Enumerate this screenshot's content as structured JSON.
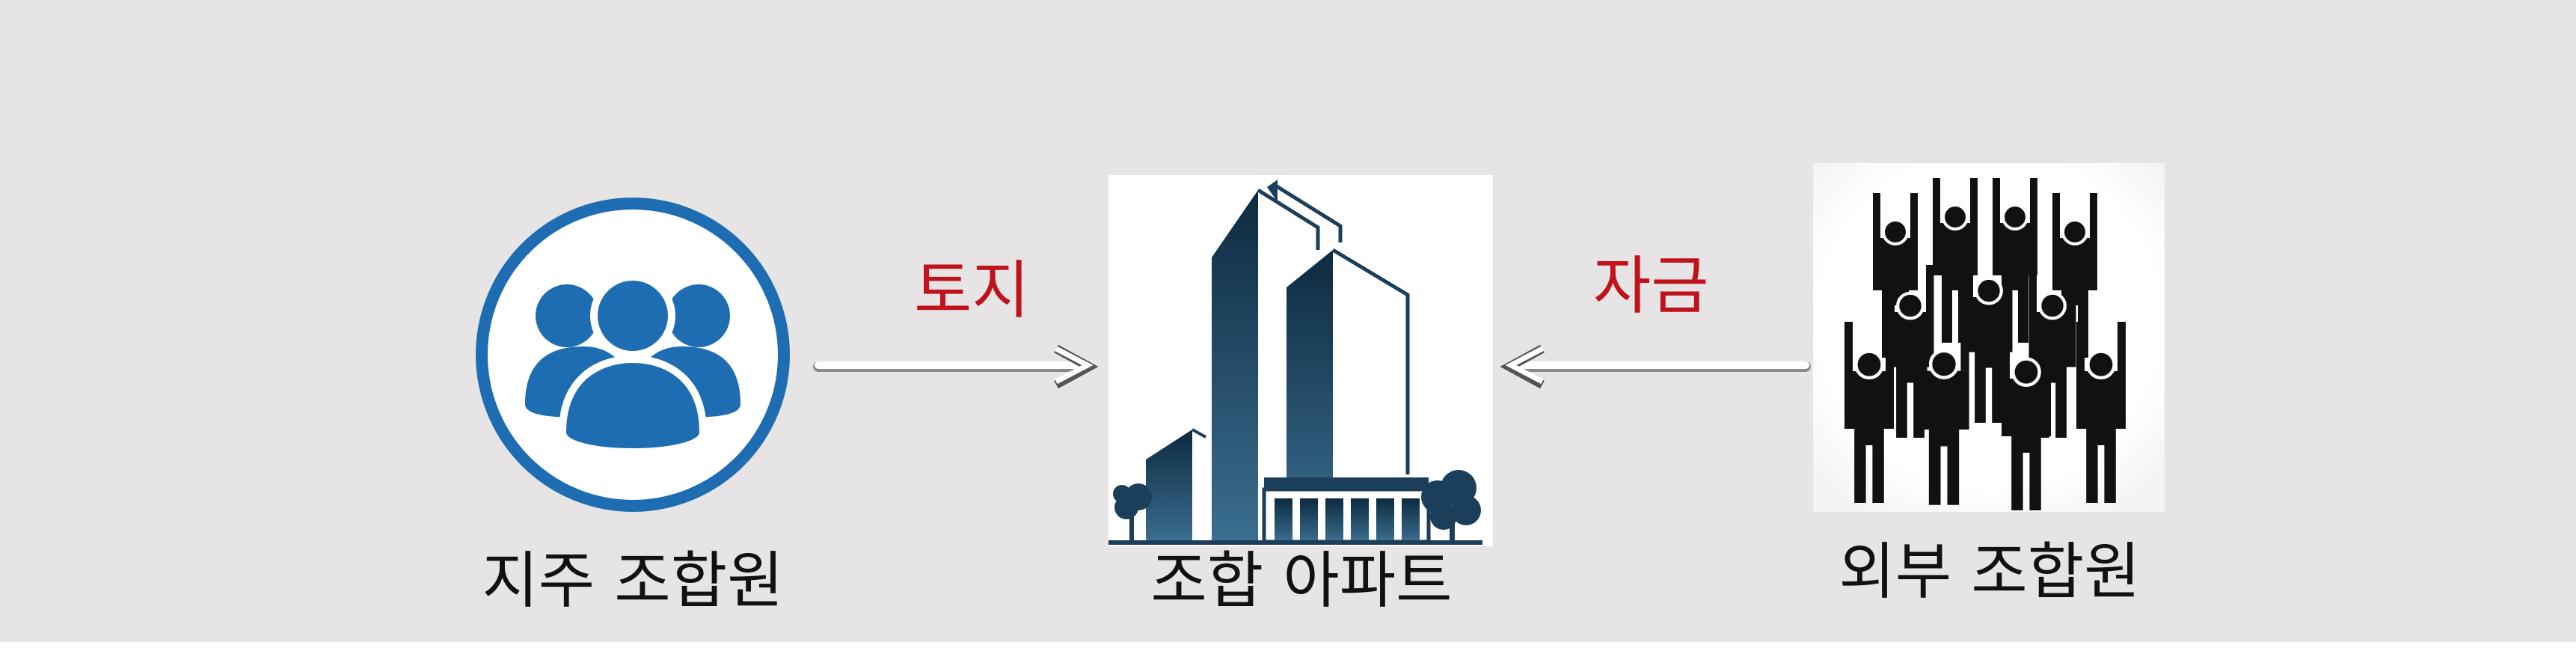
{
  "diagram": {
    "nodes": [
      {
        "id": "landowner-members",
        "label": "지주 조합원",
        "icon": "group-users-icon",
        "icon_color": "#1e6db3"
      },
      {
        "id": "union-apartment",
        "label": "조합 아파트",
        "icon": "apartment-building-icon",
        "icon_color": "#1b3f5a"
      },
      {
        "id": "external-members",
        "label": "외부 조합원",
        "icon": "crowd-raised-hands-icon",
        "icon_color": "#111111"
      }
    ],
    "edges": [
      {
        "from": "landowner-members",
        "to": "union-apartment",
        "label": "토지",
        "direction": "right"
      },
      {
        "from": "external-members",
        "to": "union-apartment",
        "label": "자금",
        "direction": "left"
      }
    ],
    "colors": {
      "background": "#e6e4e5",
      "edge_label": "#c0121a",
      "arrow": "#ffffff"
    }
  }
}
